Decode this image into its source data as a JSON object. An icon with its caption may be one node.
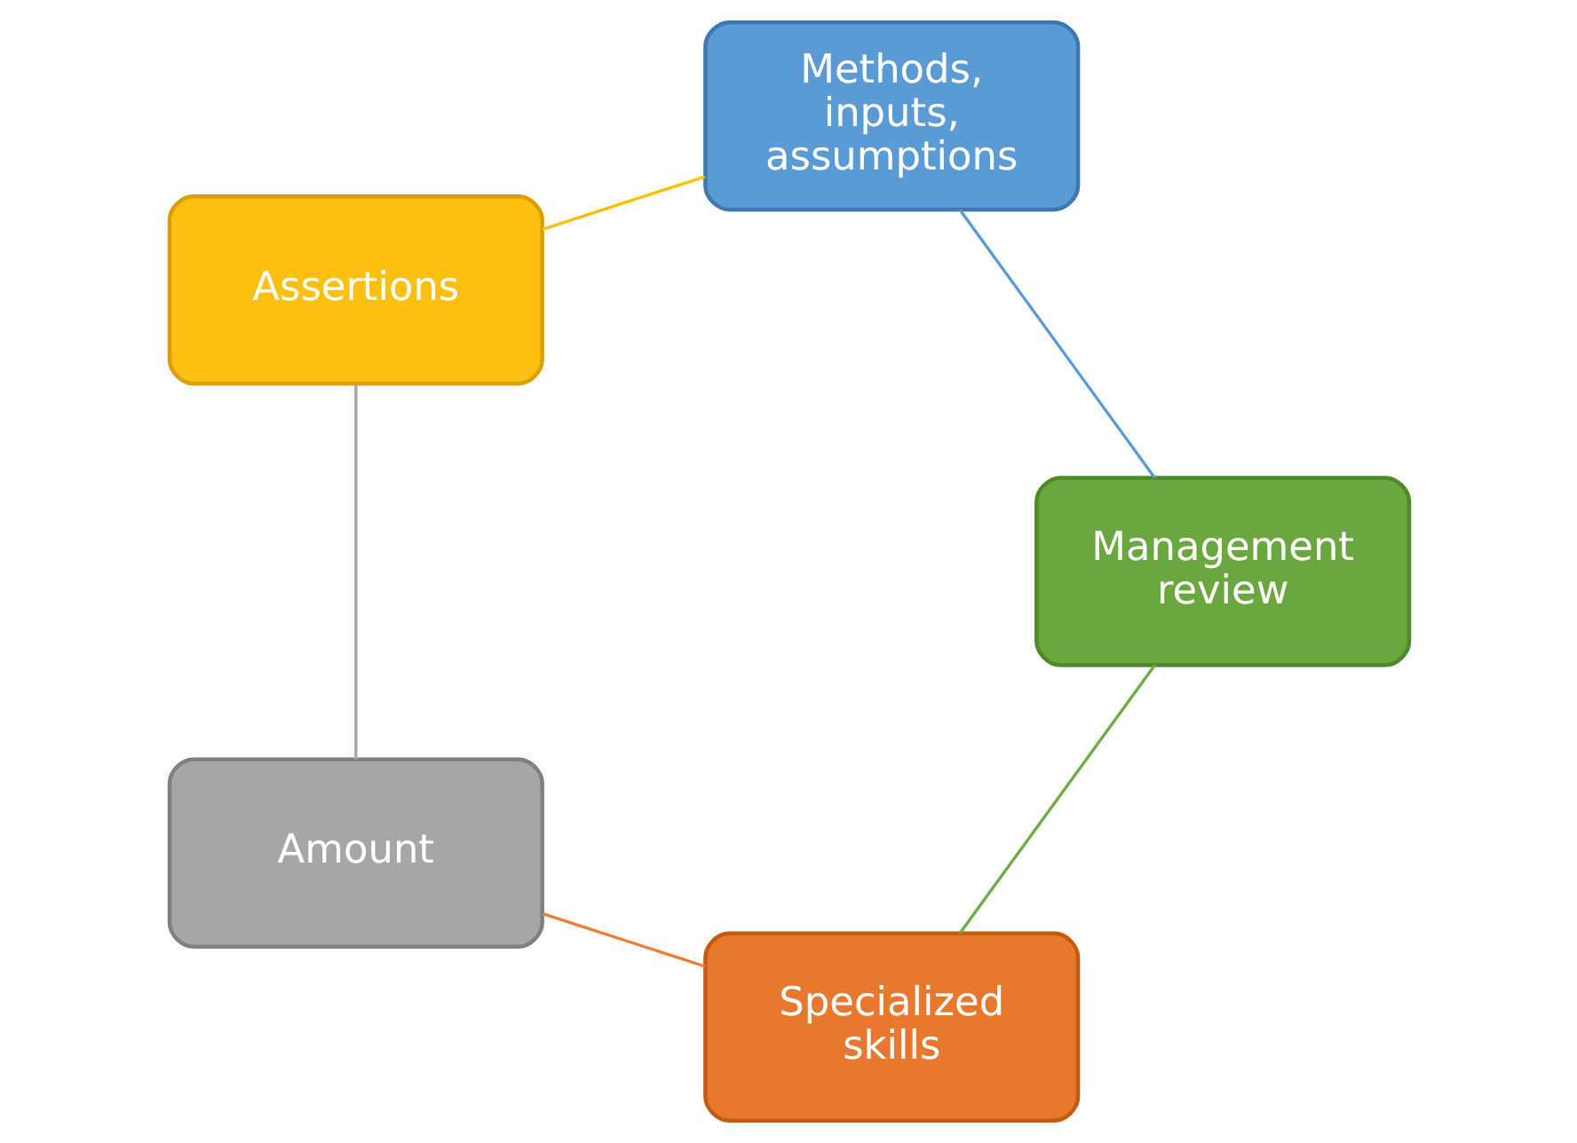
{
  "diagram": {
    "nodes": [
      {
        "text": [
          "Specialized skills"
        ]
      },
      {
        "text": [
          "Amount"
        ]
      },
      {
        "text": [
          "Assertions"
        ]
      },
      {
        "text": [
          "Methods, inputs, assumptions"
        ]
      },
      {
        "text": [
          "Management review"
        ]
      }
    ],
    "edges": [
      {
        "from": 0,
        "to": 1,
        "arrow": "none",
        "color": "#ed7d31"
      },
      {
        "from": 1,
        "to": 2,
        "arrow": "none",
        "color": "#a5a5a5"
      },
      {
        "from": 2,
        "to": 3,
        "arrow": "none",
        "color": "#ffc000"
      },
      {
        "from": 3,
        "to": 4,
        "arrow": "none",
        "color": "#5b9bd5"
      },
      {
        "from": 4,
        "to": 0,
        "arrow": "none",
        "color": "#70ad47"
      }
    ]
  }
}
